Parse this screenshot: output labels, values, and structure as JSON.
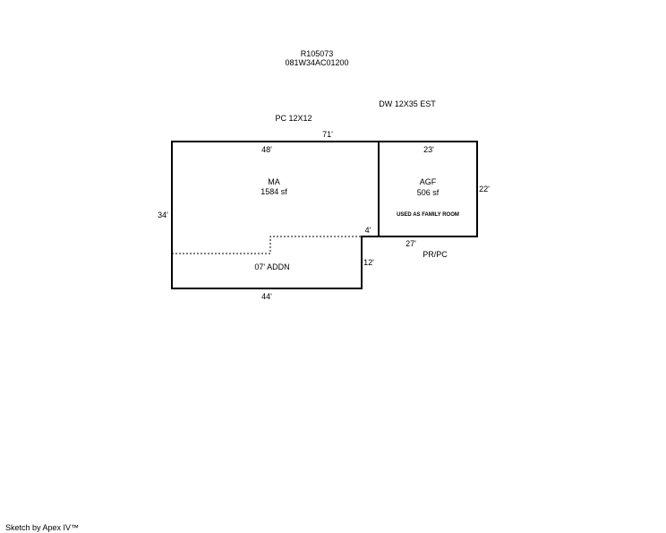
{
  "header": {
    "parcel_id": "R105073",
    "map_number": "081W34AC01200"
  },
  "annotations": {
    "dw": "DW 12X35 EST",
    "pc": "PC 12X12",
    "porch": "PR/PC"
  },
  "areas": {
    "main": {
      "code": "MA",
      "size": "1584 sf"
    },
    "garage": {
      "code": "AGF",
      "size": "506 sf",
      "note": "USED AS FAMILY ROOM"
    },
    "addition": {
      "label": "07' ADDN"
    }
  },
  "dimensions": {
    "top_total": "71'",
    "main_top": "48'",
    "garage_top": "23'",
    "garage_right": "22'",
    "left": "34'",
    "notch": "4'",
    "garage_bottom": "27'",
    "addition_right": "12'",
    "bottom": "44'"
  },
  "footer": {
    "credit": "Sketch by Apex IV™"
  }
}
